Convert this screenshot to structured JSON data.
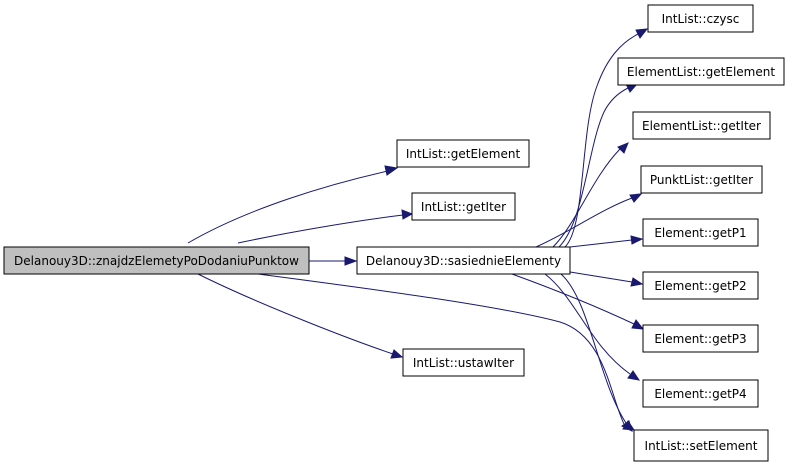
{
  "graph": {
    "edge_color": "#191970",
    "root_fill": "#bfbfbf",
    "nodes": {
      "root": "Delanouy3D::znajdzElemetyPoDodaniuPunktow",
      "intlist_getelement": "IntList::getElement",
      "intlist_getiter": "IntList::getIter",
      "sasiednie": "Delanouy3D::sasiednieElementy",
      "intlist_ustawiter": "IntList::ustawIter",
      "intlist_czysc": "IntList::czysc",
      "elementlist_getelement": "ElementList::getElement",
      "elementlist_getiter": "ElementList::getIter",
      "punktlist_getiter": "PunktList::getIter",
      "element_getp1": "Element::getP1",
      "element_getp2": "Element::getP2",
      "element_getp3": "Element::getP3",
      "element_getp4": "Element::getP4",
      "intlist_setelement": "IntList::setElement"
    }
  }
}
